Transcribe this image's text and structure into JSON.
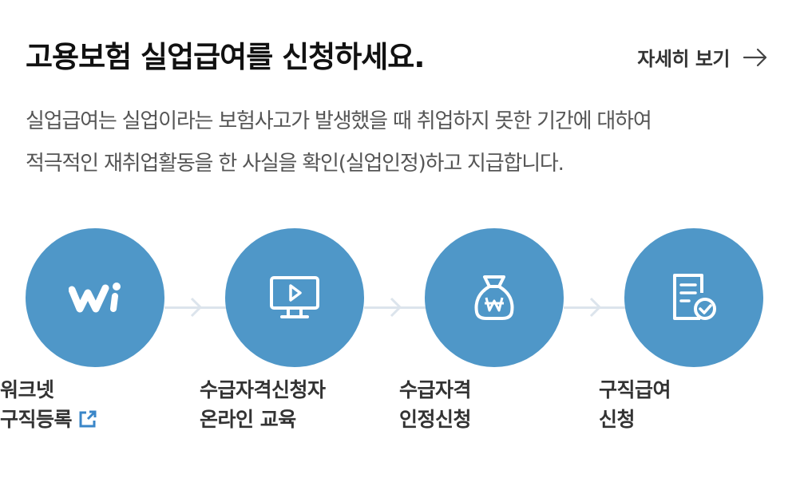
{
  "header": {
    "title": "고용보험 실업급여를 신청하세요.",
    "more_label": "자세히 보기",
    "more_icon": "arrow-right-icon"
  },
  "description": {
    "line1": "실업급여는 실업이라는 보험사고가 발생했을 때 취업하지 못한 기간에 대하여",
    "line2": "적극적인 재취업활동을 한 사실을 확인(실업인정)하고 지급합니다."
  },
  "steps": [
    {
      "icon": "worknet-logo-icon",
      "line1": "워크넷",
      "line2": "구직등록",
      "external_icon": "external-link-icon"
    },
    {
      "icon": "monitor-play-icon",
      "line1": "수급자격신청자",
      "line2": "온라인 교육"
    },
    {
      "icon": "money-bag-won-icon",
      "line1": "수급자격",
      "line2": "인정신청"
    },
    {
      "icon": "document-check-icon",
      "line1": "구직급여",
      "line2": "신청"
    }
  ],
  "colors": {
    "circle": "#4f97c8",
    "connector": "#dce4ec",
    "external_link": "#3a86c8"
  }
}
